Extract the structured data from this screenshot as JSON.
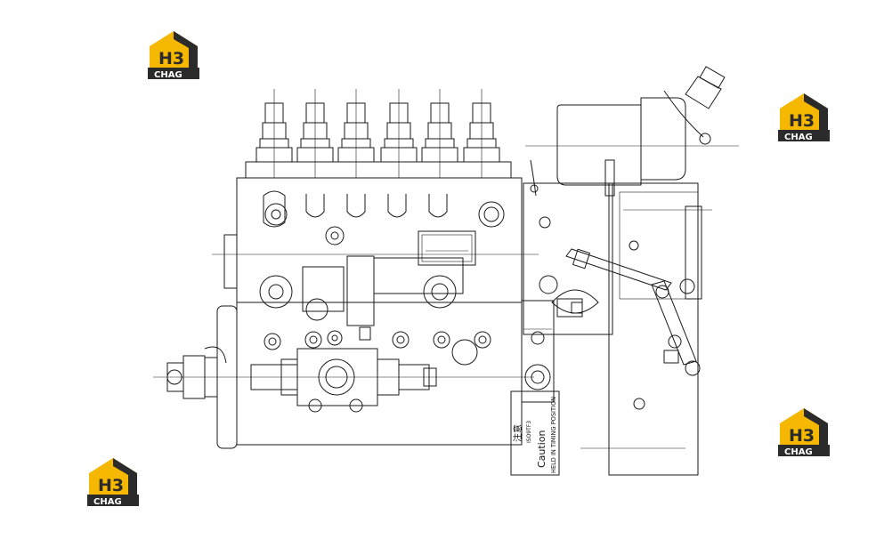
{
  "logo": {
    "mark": "H3",
    "word": "CHAG",
    "colors": {
      "yellow": "#f5b700",
      "dark": "#2b2b2b"
    }
  },
  "tag": {
    "chinese": "注意",
    "caution": "Caution",
    "held": "HELD IN TIMING POSITION",
    "side": "ISO9TF3"
  },
  "colors": {
    "line": "#1a1a1a",
    "background": "#ffffff"
  }
}
